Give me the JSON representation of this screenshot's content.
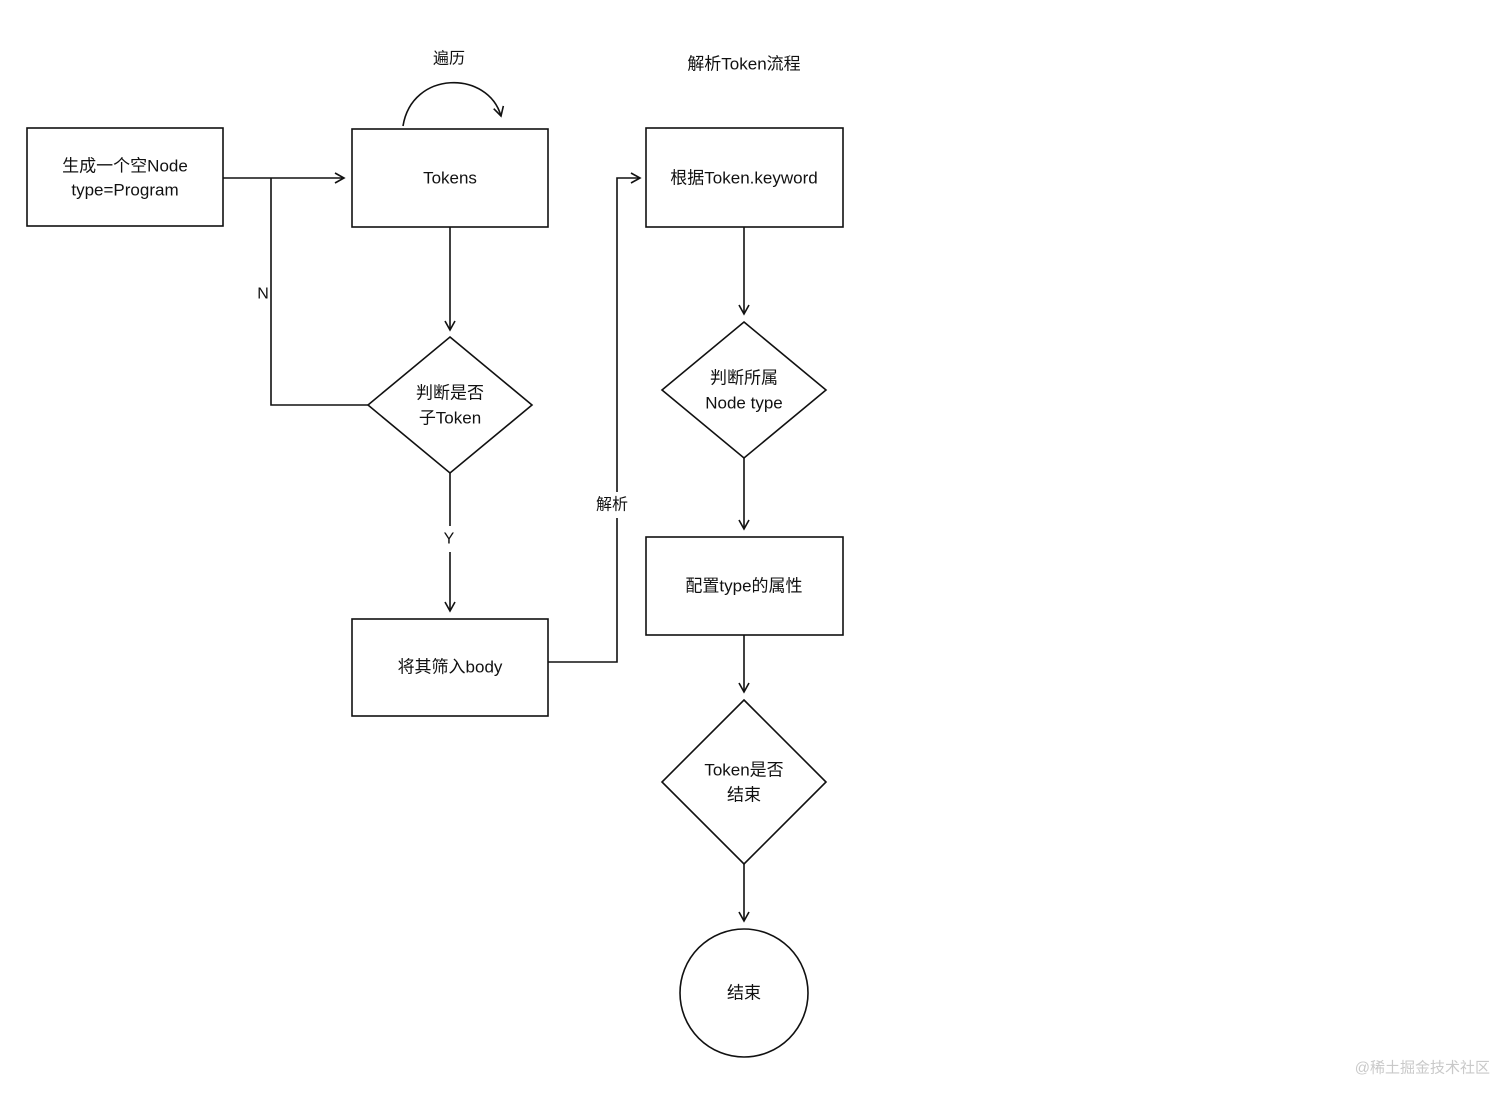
{
  "page": {
    "title": "解析Token流程",
    "watermark": "@稀土掘金技术社区"
  },
  "nodes": {
    "start_box": {
      "line1": "生成一个空Node",
      "line2": "type=Program"
    },
    "tokens_box": {
      "label": "Tokens"
    },
    "keyword_box": {
      "label": "根据Token.keyword"
    },
    "child_token_diamond": {
      "line1": "判断是否",
      "line2": "子Token"
    },
    "body_box": {
      "label": "将其筛入body"
    },
    "node_type_diamond": {
      "line1": "判断所属",
      "line2": "Node type"
    },
    "config_box": {
      "label": "配置type的属性"
    },
    "token_end_diamond": {
      "line1": "Token是否",
      "line2": "结束"
    },
    "end_circle": {
      "label": "结束"
    }
  },
  "edges": {
    "loop_label": "遍历",
    "n_label": "N",
    "y_label": "Y",
    "parse_label": "解析"
  }
}
